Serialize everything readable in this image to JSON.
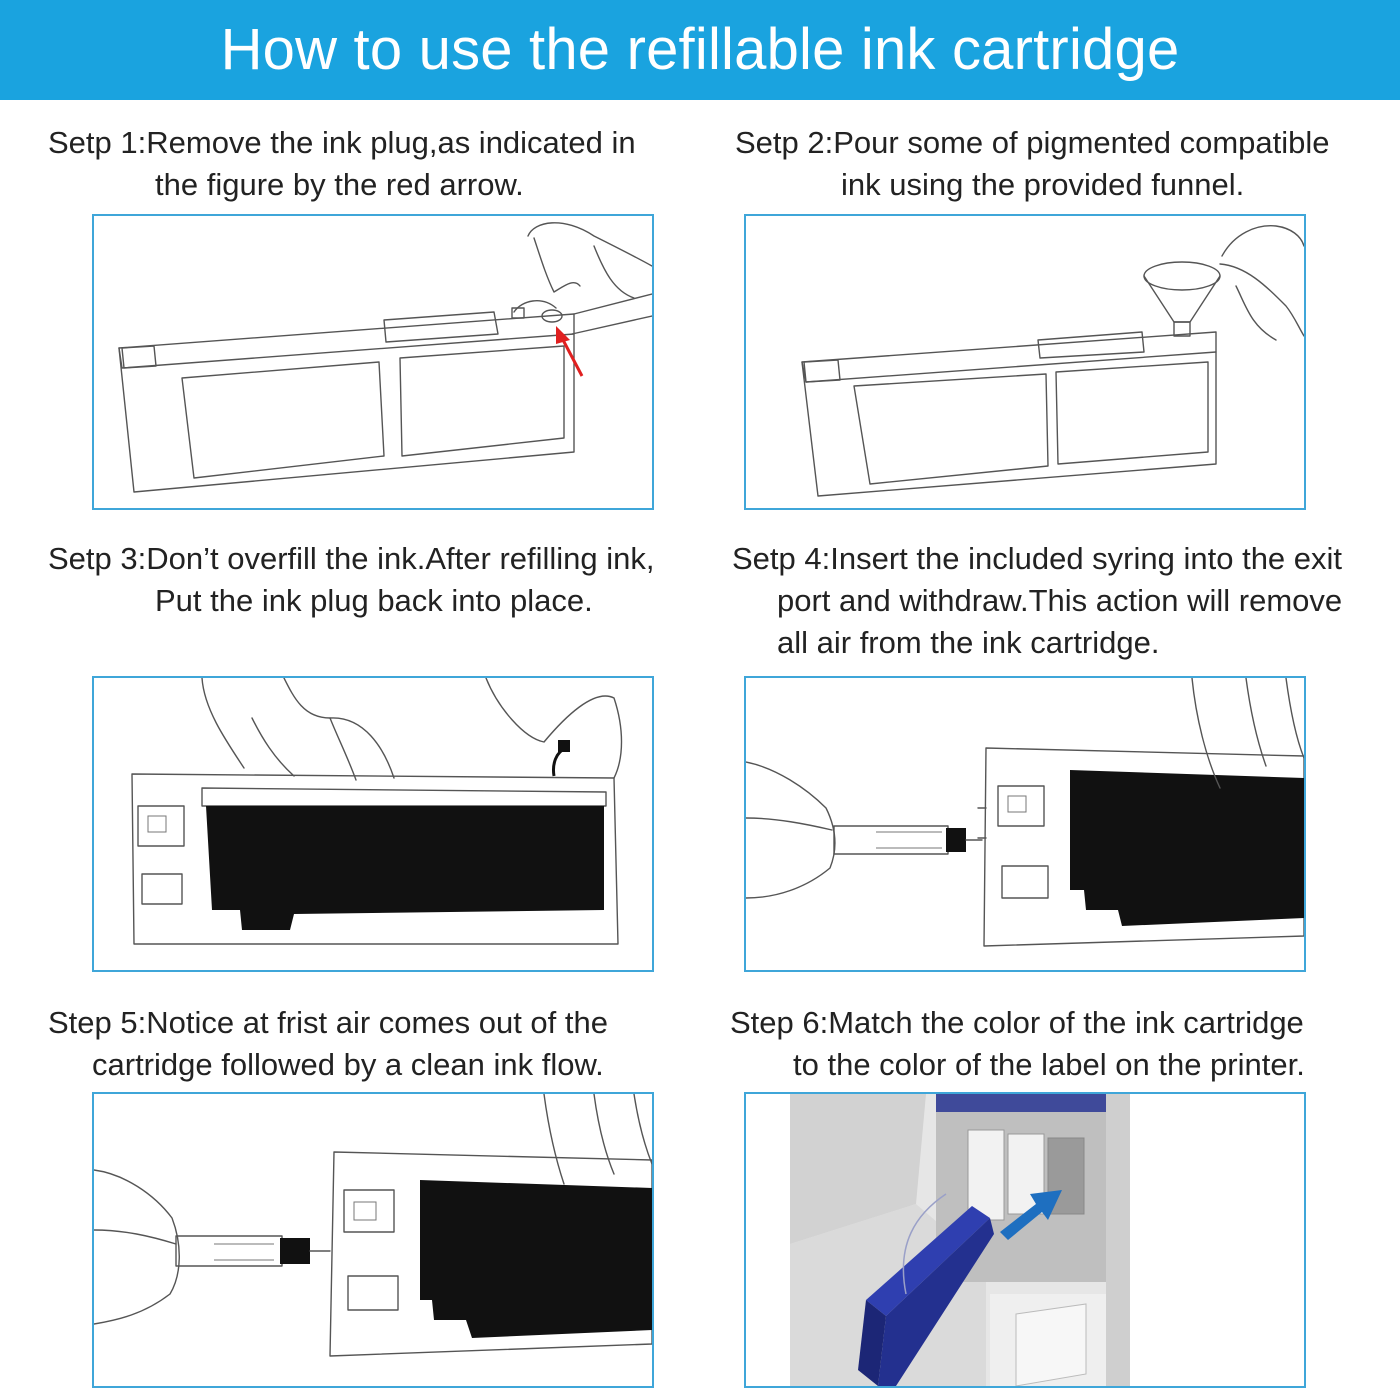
{
  "header": {
    "title": "How to use the refillable ink cartridge"
  },
  "steps": [
    {
      "line1": "Setp 1:Remove the ink plug,as indicated in",
      "line2": "the figure by the red arrow."
    },
    {
      "line1": "Setp 2:Pour some of pigmented compatible",
      "line2": "ink using the provided funnel."
    },
    {
      "line1": "Setp 3:Don’t overfill the ink.After refilling ink,",
      "line2": "Put the ink plug back into place."
    },
    {
      "line1": "Setp 4:Insert the included syring into the exit",
      "line2": "port and withdraw.This action will remove",
      "line3": "all air from the ink cartridge."
    },
    {
      "line1": "Step 5:Notice at frist air comes out of the",
      "line2": "cartridge followed by a clean ink flow."
    },
    {
      "line1": "Step 6:Match the color of the ink cartridge",
      "line2": "to the color of the label on the printer."
    }
  ],
  "colors": {
    "banner": "#1aa3df",
    "panel_border": "#3fa6d9",
    "arrow_red": "#e02020",
    "ink_black": "#111111",
    "cartridge_blue": "#2f3fb0",
    "insert_arrow_blue": "#1e6fc0"
  }
}
